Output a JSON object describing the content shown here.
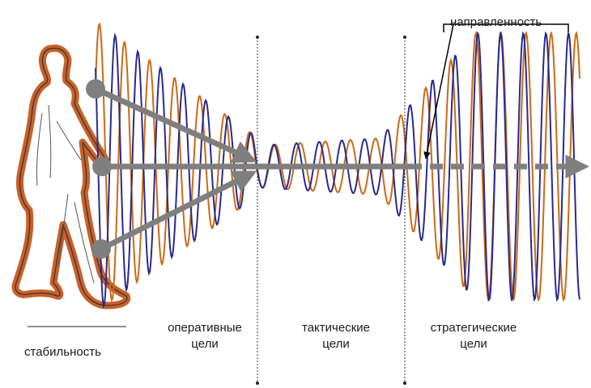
{
  "labels": {
    "direction": "направленность",
    "stability": "стабильность",
    "operational_1": "оперативные",
    "operational_2": "цели",
    "tactical_1": "тактические",
    "tactical_2": "цели",
    "strategic_1": "стратегические",
    "strategic_2": "цели"
  },
  "colors": {
    "wave_orange": "#cc6a14",
    "wave_blue": "#2a2a8c",
    "arrow_gray": "#7f7f7f",
    "figure_outline": "#c8602a",
    "text": "#1a1a1a"
  },
  "icons": {
    "figure": "walking-person-icon"
  }
}
